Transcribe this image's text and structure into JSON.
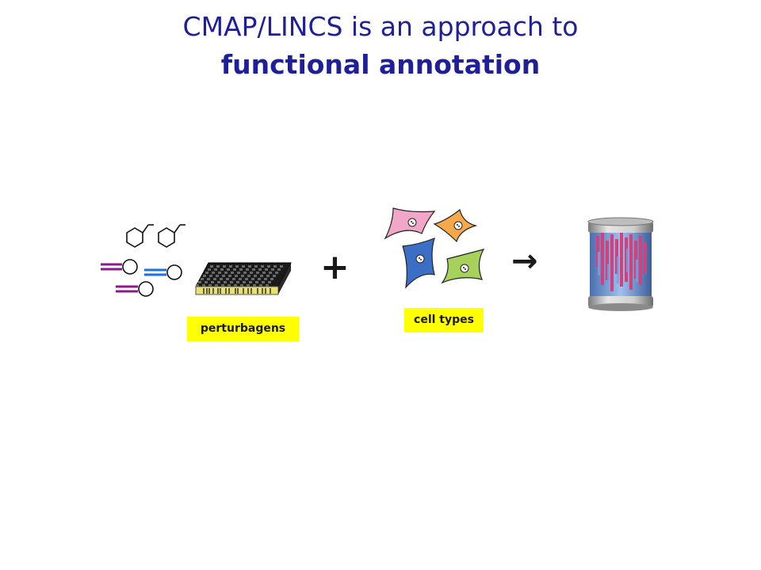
{
  "title": {
    "line1": "CMAP/LINCS is an approach to",
    "line2": "functional annotation"
  },
  "labels": {
    "perturbagens": "perturbagens",
    "cell_types": "cell types"
  },
  "operators": {
    "plus": "+",
    "arrow": "→"
  },
  "colors": {
    "title": "#1f1f99",
    "label_bg": "#ffff00",
    "shRNA_purple": "#8b1a8b",
    "shRNA_blue": "#1e6fd9",
    "cell_pink": "#f2a6c8",
    "cell_orange": "#f5a94a",
    "cell_blue": "#3b6fc6",
    "cell_green": "#a6d15a"
  },
  "icons": [
    "chemical-compound-icon",
    "shrna-icon",
    "well-plate-icon",
    "cell-icon",
    "database-icon"
  ]
}
